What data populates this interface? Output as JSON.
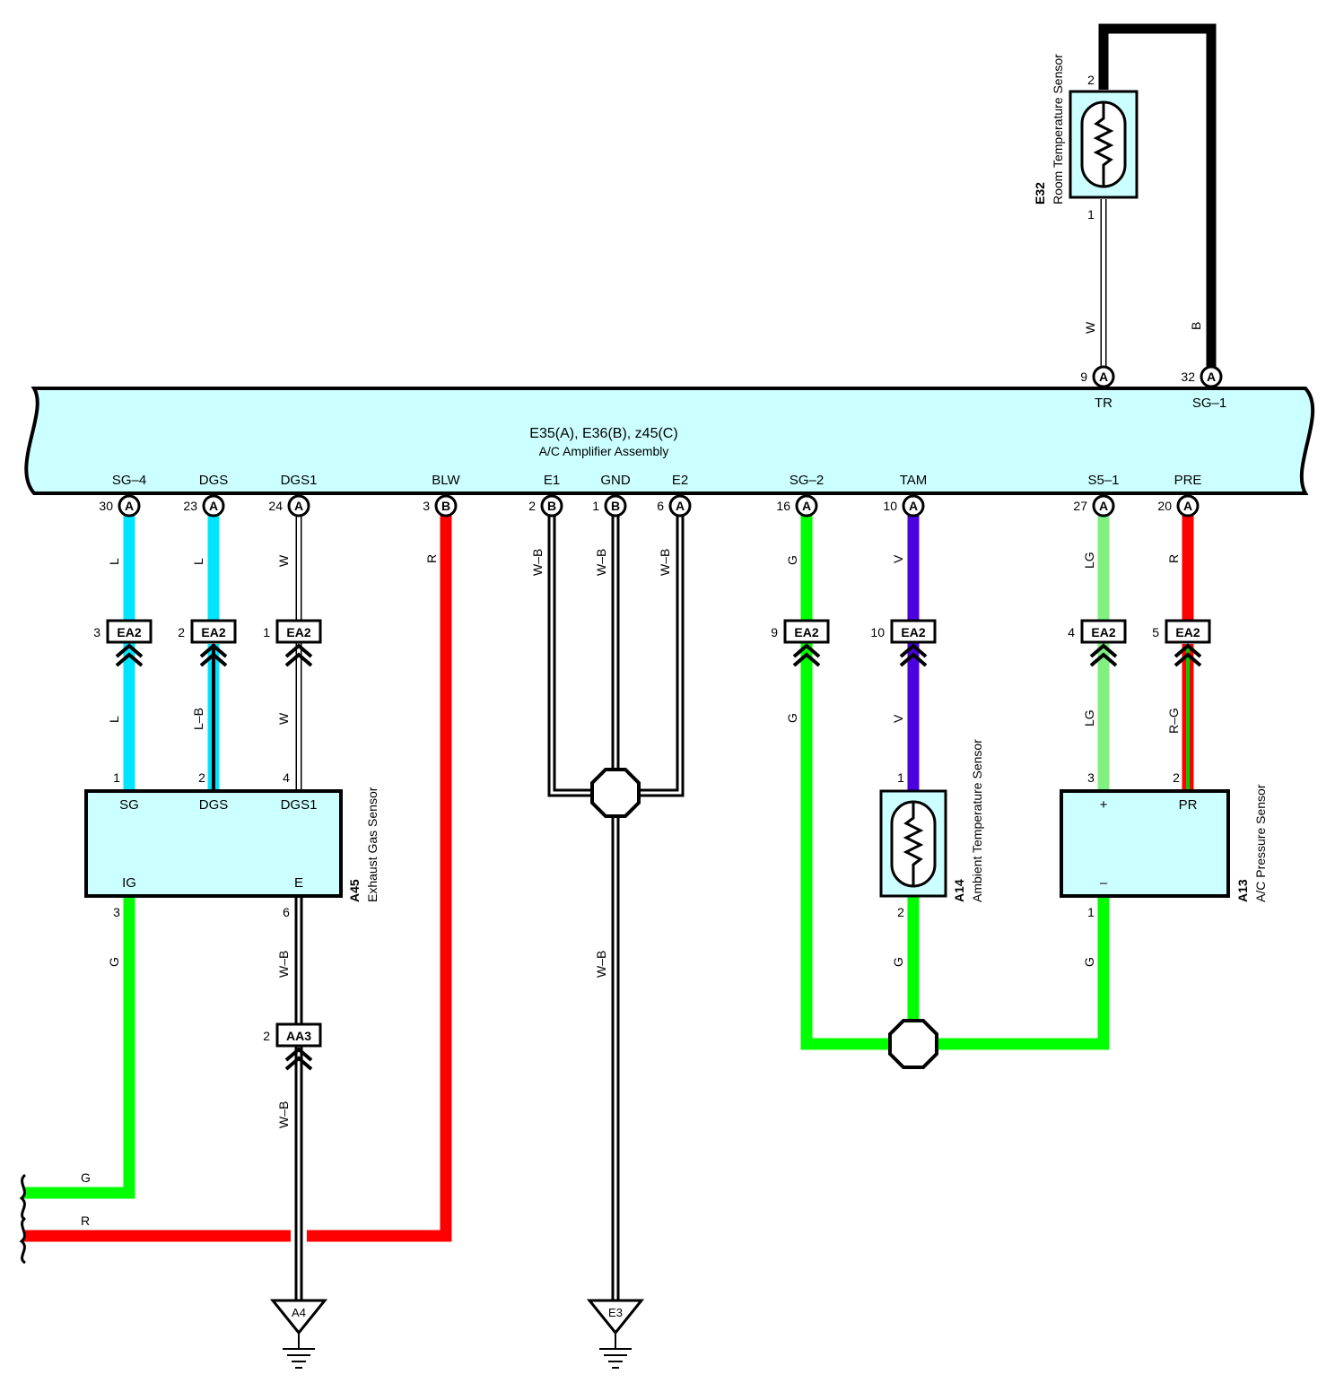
{
  "amplifier": {
    "title": "E35(A), E36(B), z45(C)",
    "name": "A/C Amplifier Assembly",
    "top_terminals": [
      {
        "name": "TR",
        "pin": "9",
        "conn": "A"
      },
      {
        "name": "SG–1",
        "pin": "32",
        "conn": "A"
      }
    ],
    "bottom_terminals": [
      {
        "name": "SG–4",
        "pin": "30",
        "conn": "A"
      },
      {
        "name": "DGS",
        "pin": "23",
        "conn": "A"
      },
      {
        "name": "DGS1",
        "pin": "24",
        "conn": "A"
      },
      {
        "name": "BLW",
        "pin": "3",
        "conn": "B"
      },
      {
        "name": "E1",
        "pin": "2",
        "conn": "B"
      },
      {
        "name": "GND",
        "pin": "1",
        "conn": "B"
      },
      {
        "name": "E2",
        "pin": "6",
        "conn": "A"
      },
      {
        "name": "SG–2",
        "pin": "16",
        "conn": "A"
      },
      {
        "name": "TAM",
        "pin": "10",
        "conn": "A"
      },
      {
        "name": "S5–1",
        "pin": "27",
        "conn": "A"
      },
      {
        "name": "PRE",
        "pin": "20",
        "conn": "A"
      }
    ]
  },
  "room_sensor": {
    "code": "E32",
    "name": "Room Temperature Sensor",
    "pin_top": "2",
    "pin_bottom": "1"
  },
  "exhaust_sensor": {
    "code": "A45",
    "name": "Exhaust Gas Sensor",
    "terminals": [
      "SG",
      "DGS",
      "DGS1",
      "IG",
      "E"
    ],
    "pins": [
      "1",
      "2",
      "4",
      "3",
      "6"
    ]
  },
  "ambient_sensor": {
    "code": "A14",
    "name": "Ambient Temperature Sensor",
    "pin_top": "1",
    "pin_bottom": "2"
  },
  "pressure_sensor": {
    "code": "A13",
    "name": "A/C Pressure Sensor",
    "terminals": [
      "+",
      "PR",
      "–"
    ],
    "pins": [
      "3",
      "2",
      "1"
    ]
  },
  "connectors": [
    {
      "label": "EA2",
      "pin": "3"
    },
    {
      "label": "EA2",
      "pin": "2"
    },
    {
      "label": "EA2",
      "pin": "1"
    },
    {
      "label": "EA2",
      "pin": "9"
    },
    {
      "label": "EA2",
      "pin": "10"
    },
    {
      "label": "EA2",
      "pin": "4"
    },
    {
      "label": "EA2",
      "pin": "5"
    },
    {
      "label": "AA3",
      "pin": "2"
    }
  ],
  "wire_labels": {
    "w": "W",
    "b": "B",
    "l": "L",
    "lb": "L–B",
    "r": "R",
    "wb": "W–B",
    "g": "G",
    "v": "V",
    "lg": "LG",
    "rg": "R–G"
  },
  "grounds": [
    "A4",
    "E3"
  ],
  "colors": {
    "body_fill": "#ccffff",
    "L": "#00e5ff",
    "R": "#ff0000",
    "G": "#00ff00",
    "V": "#4b00e0",
    "LG": "#80f080",
    "B": "#000000",
    "W": "#ffffff"
  }
}
